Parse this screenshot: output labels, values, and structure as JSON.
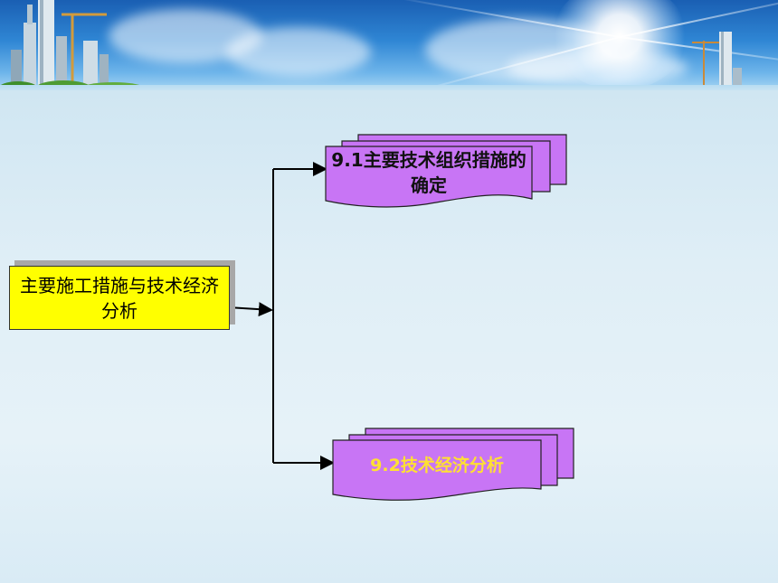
{
  "diagram": {
    "root": {
      "label": "主要施工措施与技术经济分析"
    },
    "branches": [
      {
        "label": "9.1主要技术组织措施的确定",
        "fill": "#c875f5",
        "text_color": "#111111"
      },
      {
        "label": "9.2技术经济分析",
        "fill": "#c875f5",
        "text_color": "#ffe033"
      }
    ],
    "colors": {
      "root_fill": "#ffff00",
      "connector": "#000000"
    }
  }
}
